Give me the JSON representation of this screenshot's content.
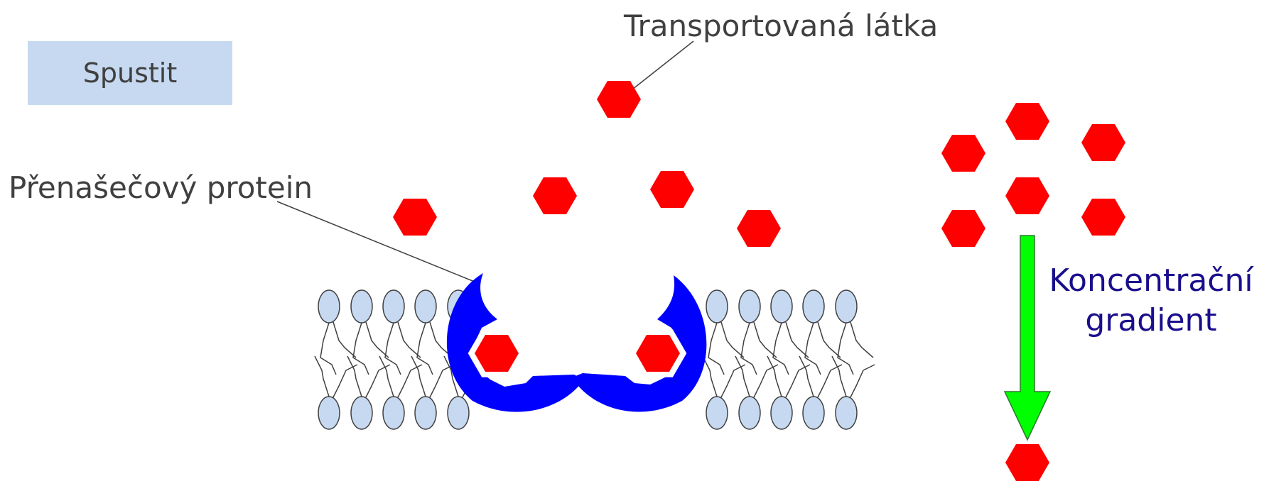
{
  "button": {
    "label": "Spustit"
  },
  "labels": {
    "transported_substance": "Transportovaná látka",
    "carrier_protein": "Přenašečový protein",
    "gradient_line1": "Koncentrační",
    "gradient_line2": "gradient"
  },
  "colors": {
    "button_bg": "#c6d9f1",
    "molecule": "#ff0000",
    "protein": "#0000ff",
    "phospholipid_head": "#c6d9f1",
    "arrow": "#00ff00",
    "gradient_text": "#1a0e8c",
    "text": "#404040"
  },
  "icons": {
    "molecule": "red-hexagon",
    "carrier": "blue-carrier-protein",
    "gradient": "green-down-arrow"
  }
}
